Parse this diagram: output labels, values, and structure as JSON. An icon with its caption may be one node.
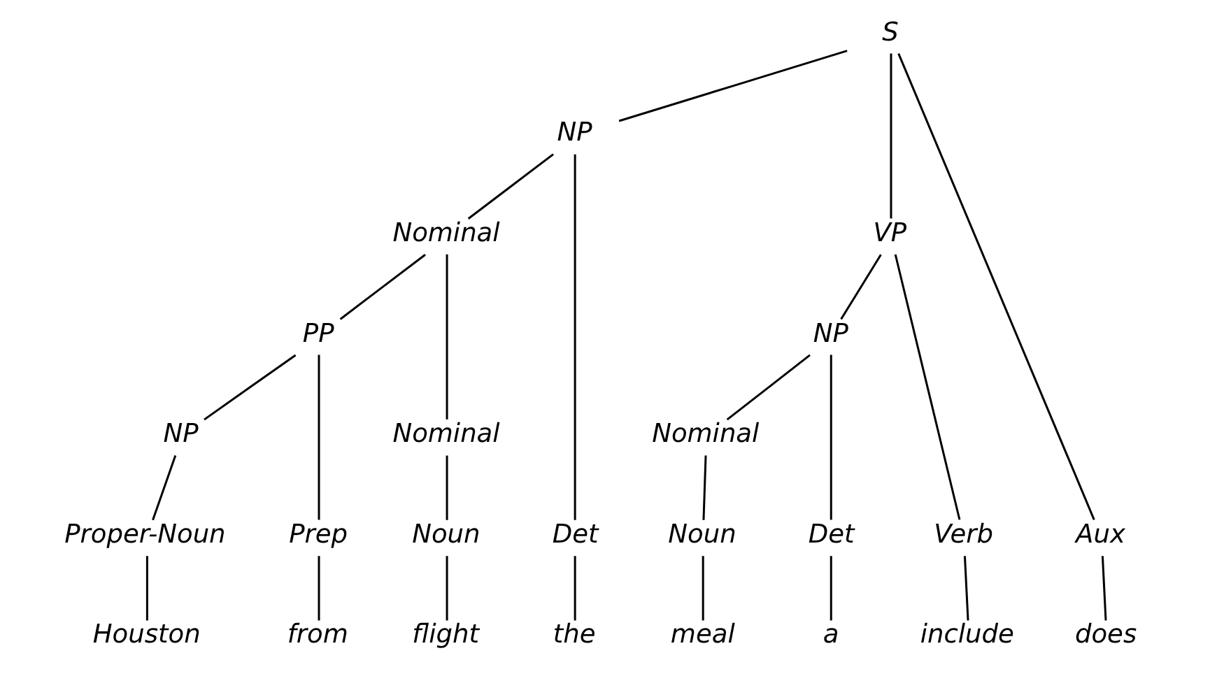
{
  "diagram": {
    "nodes": [
      {
        "text": [
          "S"
        ]
      },
      {
        "text": [
          "NP"
        ]
      },
      {
        "text": [
          "VP"
        ]
      },
      {
        "text": [
          "Nominal"
        ]
      },
      {
        "text": [
          "PP"
        ]
      },
      {
        "text": [
          "NP"
        ]
      },
      {
        "text": [
          "Nominal"
        ]
      },
      {
        "text": [
          "NP"
        ]
      },
      {
        "text": [
          "Nominal"
        ]
      },
      {
        "text": [
          "Aux"
        ]
      },
      {
        "text": [
          "Det"
        ]
      },
      {
        "text": [
          "Noun"
        ]
      },
      {
        "text": [
          "Prep"
        ]
      },
      {
        "text": [
          "Proper-Noun"
        ]
      },
      {
        "text": [
          "Verb"
        ]
      },
      {
        "text": [
          "Det"
        ]
      },
      {
        "text": [
          "Noun"
        ]
      },
      {
        "text": [
          "does"
        ]
      },
      {
        "text": [
          "the"
        ]
      },
      {
        "text": [
          "flight"
        ]
      },
      {
        "text": [
          "from"
        ]
      },
      {
        "text": [
          "Houston"
        ]
      },
      {
        "text": [
          "include"
        ]
      },
      {
        "text": [
          "a"
        ]
      },
      {
        "text": [
          "meal"
        ]
      }
    ],
    "edges": [
      {
        "from": 0,
        "to": 9,
        "arrow": "none"
      },
      {
        "from": 0,
        "to": 1,
        "arrow": "none"
      },
      {
        "from": 0,
        "to": 2,
        "arrow": "none"
      },
      {
        "from": 1,
        "to": 10,
        "arrow": "none"
      },
      {
        "from": 1,
        "to": 3,
        "arrow": "none"
      },
      {
        "from": 3,
        "to": 6,
        "arrow": "none"
      },
      {
        "from": 3,
        "to": 4,
        "arrow": "none"
      },
      {
        "from": 6,
        "to": 11,
        "arrow": "none"
      },
      {
        "from": 4,
        "to": 12,
        "arrow": "none"
      },
      {
        "from": 4,
        "to": 7,
        "arrow": "none"
      },
      {
        "from": 7,
        "to": 13,
        "arrow": "none"
      },
      {
        "from": 2,
        "to": 14,
        "arrow": "none"
      },
      {
        "from": 2,
        "to": 5,
        "arrow": "none"
      },
      {
        "from": 5,
        "to": 15,
        "arrow": "none"
      },
      {
        "from": 5,
        "to": 8,
        "arrow": "none"
      },
      {
        "from": 8,
        "to": 16,
        "arrow": "none"
      },
      {
        "from": 9,
        "to": 17,
        "arrow": "none"
      },
      {
        "from": 10,
        "to": 18,
        "arrow": "none"
      },
      {
        "from": 11,
        "to": 19,
        "arrow": "none"
      },
      {
        "from": 12,
        "to": 20,
        "arrow": "none"
      },
      {
        "from": 13,
        "to": 21,
        "arrow": "none"
      },
      {
        "from": 14,
        "to": 22,
        "arrow": "none"
      },
      {
        "from": 15,
        "to": 23,
        "arrow": "none"
      },
      {
        "from": 16,
        "to": 24,
        "arrow": "none"
      }
    ]
  }
}
